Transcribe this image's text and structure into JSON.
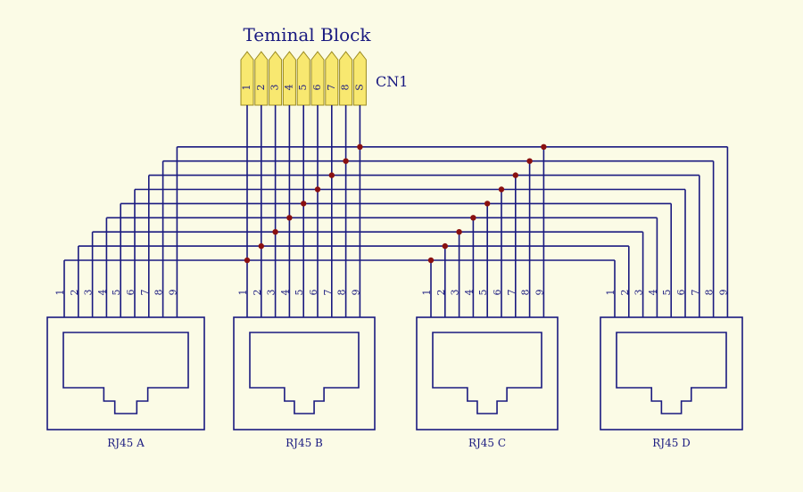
{
  "title": "Teminal Block",
  "connector_label": "CN1",
  "terminal_pins": [
    "1",
    "2",
    "3",
    "4",
    "5",
    "6",
    "7",
    "8",
    "S"
  ],
  "jack_pin_labels": [
    "1",
    "2",
    "3",
    "4",
    "5",
    "6",
    "7",
    "8",
    "9"
  ],
  "jacks": [
    {
      "label": "RJ45 A"
    },
    {
      "label": "RJ45 B"
    },
    {
      "label": "RJ45 C"
    },
    {
      "label": "RJ45 D"
    }
  ],
  "colors": {
    "background": "#fbfbe6",
    "wire": "#1a1a80",
    "terminal_fill": "#f8e870",
    "junction": "#8a1010"
  }
}
